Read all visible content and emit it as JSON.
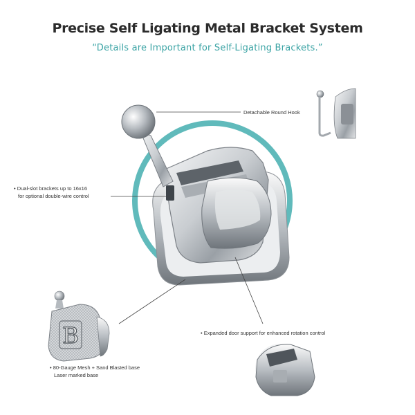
{
  "header": {
    "title": "Precise Self Ligating Metal Bracket System",
    "subtitle": "“Details are Important for Self-Ligating Brackets.”"
  },
  "callouts": {
    "hook": "Detachable Round Hook",
    "dual_slot_line1": "• Dual-slot brackets up to 16x16",
    "dual_slot_line2": "for optional double-wire control",
    "door_support": "• Expanded door support for enhanced rotation control",
    "mesh_line1": "• 80-Gauge Mesh  + Sand Blasted base",
    "mesh_line2": "Laser marked base"
  },
  "base_marking": "B",
  "colors": {
    "accent_teal": "#4fb3b4",
    "metal_light": "#e6e8ea",
    "metal_dark": "#8a8f95"
  }
}
